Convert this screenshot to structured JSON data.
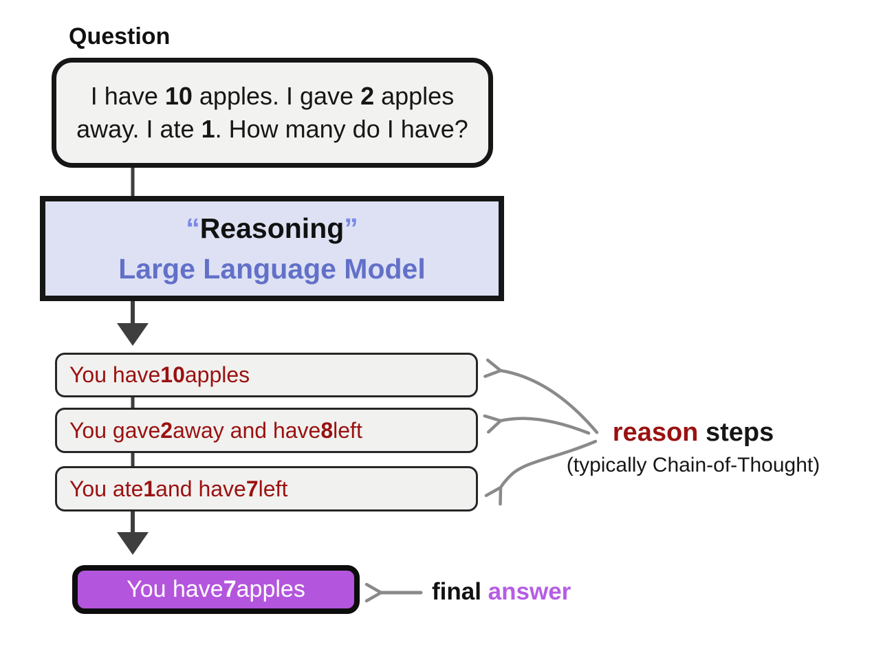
{
  "question": {
    "label": "Question",
    "line1": [
      {
        "t": "I have "
      },
      {
        "t": "10"
      },
      {
        "t": " apples. I gave "
      },
      {
        "t": "2"
      },
      {
        "t": " apples"
      }
    ],
    "line2": [
      {
        "t": "away. I ate "
      },
      {
        "t": "1"
      },
      {
        "t": ". How many do I have?"
      }
    ]
  },
  "llm": {
    "open_quote": "“",
    "name": "Reasoning",
    "close_quote": "”",
    "subtitle": "Large Language Model"
  },
  "steps": [
    {
      "parts": [
        {
          "t": "You have "
        },
        {
          "t": "10"
        },
        {
          "t": " apples"
        }
      ]
    },
    {
      "parts": [
        {
          "t": "You gave "
        },
        {
          "t": "2"
        },
        {
          "t": " away and have "
        },
        {
          "t": "8"
        },
        {
          "t": " left"
        }
      ]
    },
    {
      "parts": [
        {
          "t": "You ate "
        },
        {
          "t": "1"
        },
        {
          "t": " and have "
        },
        {
          "t": "7"
        },
        {
          "t": " left"
        }
      ]
    }
  ],
  "final": {
    "parts": [
      {
        "t": "You have "
      },
      {
        "t": "7"
      },
      {
        "t": " apples"
      }
    ]
  },
  "labels": {
    "reason_word": "reason",
    "steps_word": " steps",
    "cot_sub": "(typically Chain-of-Thought)",
    "final_word": "final",
    "answer_word": " answer"
  },
  "colors": {
    "ink": "#161616",
    "dark_red": "#9a1111",
    "lavender_fill": "#dde1f3",
    "blue_text": "#6270c9",
    "quote_blue": "#7b87e6",
    "box_fill": "#f2f2f0",
    "purple_fill": "#b455dd",
    "purple_text": "#b65ce6",
    "flow_arrow": "#3e3e3e",
    "annotation_arrow": "#8a8a8a"
  }
}
